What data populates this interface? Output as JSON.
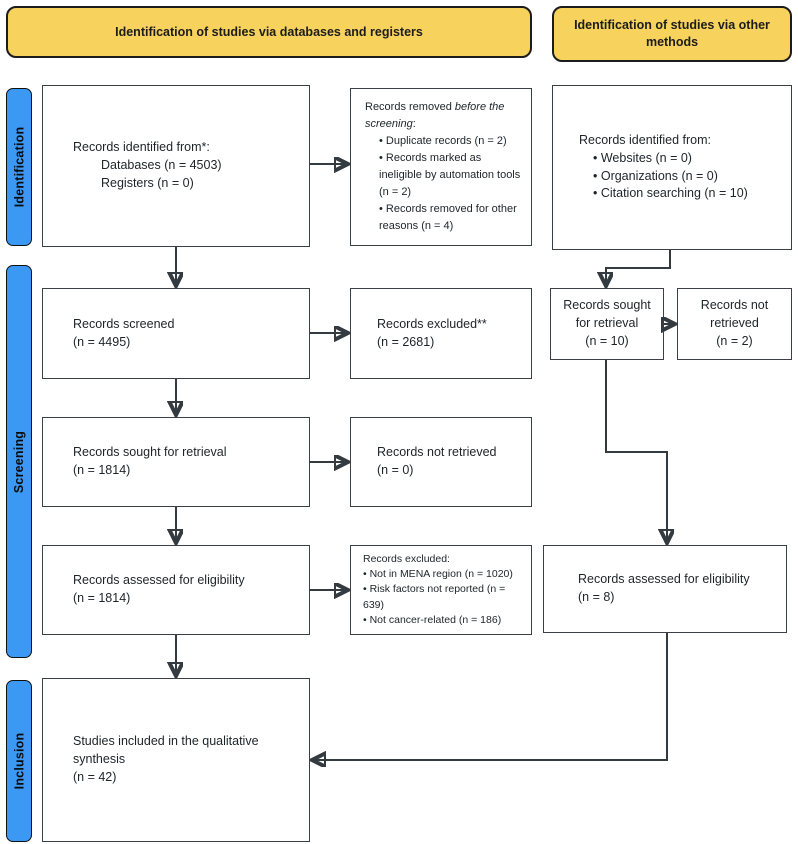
{
  "colors": {
    "header_fill": "#F7D25C",
    "header_border": "#1c1c1c",
    "sidebar_fill": "#3B99F4",
    "arrow": "#333a40"
  },
  "headers": {
    "left": "Identification of studies via databases and registers",
    "right": "Identification of studies via other methods"
  },
  "sidebar": {
    "identification": "Identification",
    "screening": "Screening",
    "inclusion": "Inclusion"
  },
  "boxes": {
    "identified": {
      "title": "Records identified from*:",
      "items": [
        "Databases (n = 4503)",
        "Registers (n = 0)"
      ]
    },
    "removed": {
      "title_normal": "Records removed ",
      "title_italic": "before the screening",
      "title_suffix": ":",
      "bullets": [
        "• Duplicate records (n = 2)",
        "• Records marked as ineligible by automation tools (n = 2)",
        "• Records removed for other reasons (n = 4)"
      ]
    },
    "identified_other": {
      "title": "Records identified from:",
      "bullets": [
        "• Websites (n = 0)",
        "• Organizations (n = 0)",
        "• Citation searching (n = 10)"
      ]
    },
    "screened": {
      "line1": "Records screened",
      "line2": "(n = 4495)"
    },
    "excluded": {
      "line1": "Records excluded**",
      "line2": "(n = 2681)"
    },
    "sought_other": {
      "line1": "Records sought for retrieval",
      "line2": "(n = 10)"
    },
    "not_retrieved_other": {
      "line1": "Records not retrieved",
      "line2": "(n = 2)"
    },
    "sought": {
      "line1": "Records sought for retrieval",
      "line2": "(n = 1814)"
    },
    "not_retrieved": {
      "line1": "Records not retrieved",
      "line2": "(n = 0)"
    },
    "assessed": {
      "line1": "Records assessed for eligibility",
      "line2": "(n = 1814)"
    },
    "excluded_detail": {
      "title": "Records excluded:",
      "bullets": [
        "• Not in MENA region (n = 1020)",
        "• Risk factors not reported (n = 639)",
        "• Not cancer-related (n = 186)"
      ]
    },
    "assessed_other": {
      "line1": "Records assessed for eligibility",
      "line2": "(n = 8)"
    },
    "included": {
      "line1": "Studies included in the qualitative synthesis",
      "line2": "(n = 42)"
    }
  }
}
